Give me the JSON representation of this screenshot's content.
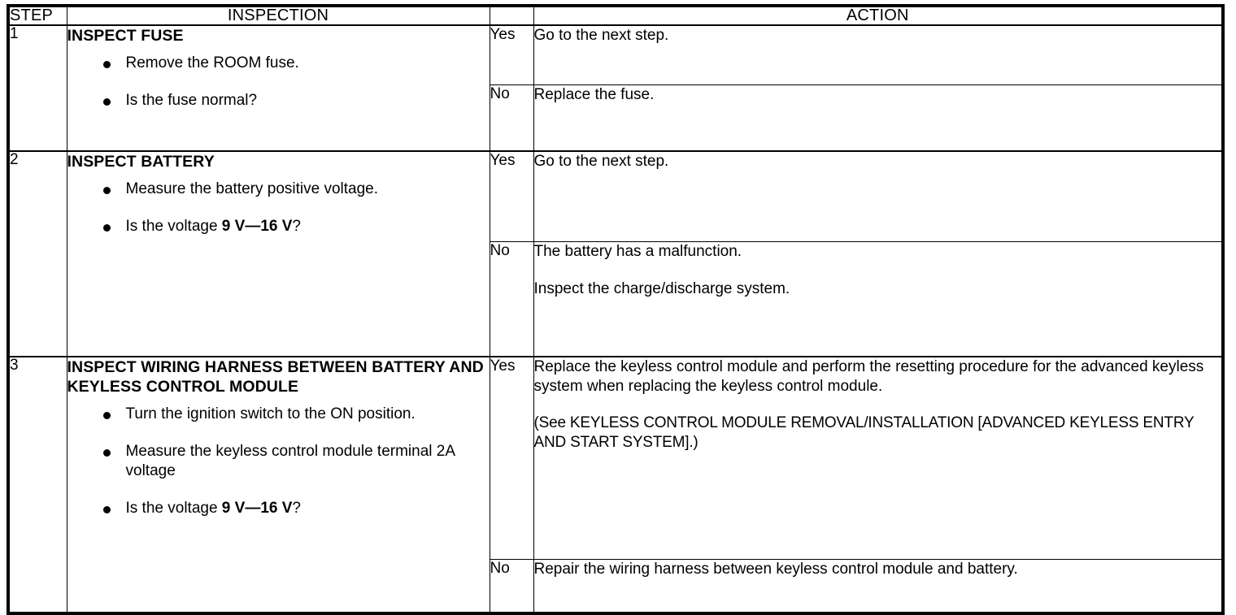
{
  "table": {
    "headers": {
      "step": "STEP",
      "inspection": "INSPECTION",
      "action": "ACTION"
    },
    "rows": [
      {
        "step": "1",
        "inspection_title": "INSPECT FUSE",
        "inspection_bullets": [
          "Remove the ROOM fuse.",
          "Is the fuse normal?"
        ],
        "branches": [
          {
            "label": "Yes",
            "paragraphs": [
              "Go to the next step."
            ]
          },
          {
            "label": "No",
            "paragraphs": [
              "Replace the fuse."
            ]
          }
        ]
      },
      {
        "step": "2",
        "inspection_title": "INSPECT BATTERY",
        "inspection_bullets": [
          "Measure the battery positive voltage.",
          "Is the voltage 9 V—16 V?"
        ],
        "inspection_bullet_bold": [
          "",
          "9 V—16 V"
        ],
        "branches": [
          {
            "label": "Yes",
            "paragraphs": [
              "Go to the next step."
            ]
          },
          {
            "label": "No",
            "paragraphs": [
              "The battery has a malfunction.",
              "Inspect the charge/discharge system."
            ]
          }
        ]
      },
      {
        "step": "3",
        "inspection_title": "INSPECT WIRING HARNESS BETWEEN BATTERY AND KEYLESS CONTROL MODULE",
        "inspection_bullets": [
          "Turn the ignition switch to the ON position.",
          "Measure the keyless control module terminal 2A voltage",
          "Is the voltage 9 V—16 V?"
        ],
        "inspection_bullet_bold": [
          "",
          "",
          "9 V—16 V"
        ],
        "branches": [
          {
            "label": "Yes",
            "paragraphs": [
              "Replace the keyless control module and perform the resetting procedure for the advanced keyless system when replacing the keyless control module.",
              "(See KEYLESS CONTROL MODULE REMOVAL/INSTALLATION [ADVANCED KEYLESS ENTRY AND START SYSTEM].)"
            ]
          },
          {
            "label": "No",
            "paragraphs": [
              "Repair the wiring harness between keyless control module and battery."
            ]
          }
        ]
      }
    ]
  },
  "colors": {
    "border": "#000000",
    "text": "#000000",
    "background": "#ffffff"
  }
}
